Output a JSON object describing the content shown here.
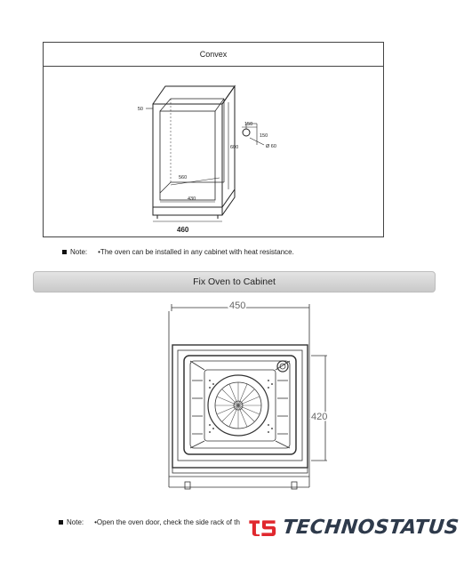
{
  "diagram1": {
    "title": "Convex",
    "dims": {
      "d50": "50",
      "d150_top": "150",
      "d150_side": "150",
      "d60": "Ø 60",
      "d600": "600",
      "d560": "560",
      "d430": "430",
      "d460": "460"
    }
  },
  "note1": {
    "label": "Note:",
    "text": "•The oven can be installed in any cabinet with heat resistance."
  },
  "banner": {
    "title": "Fix Oven to Cabinet"
  },
  "diagram2": {
    "dims": {
      "width": "450",
      "height": "420"
    }
  },
  "note2": {
    "label": "Note:",
    "text": "•Open the oven door, check the side rack of th"
  },
  "logo": {
    "text": "TECHNOSTATUS",
    "color": "#e0282e"
  }
}
